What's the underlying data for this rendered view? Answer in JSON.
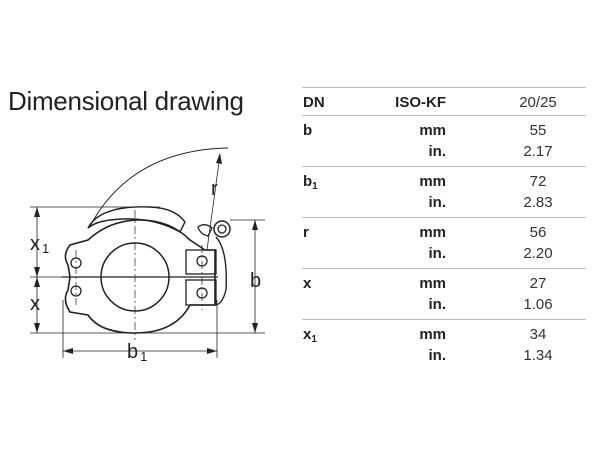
{
  "title": "Dimensional drawing",
  "drawing_labels": {
    "x1": "x",
    "x1_sub": "1",
    "x": "x",
    "b": "b",
    "b1": "b",
    "b1_sub": "1",
    "r": "r"
  },
  "table": {
    "header": {
      "dn": "DN",
      "standard": "ISO-KF",
      "size": "20/25"
    },
    "rows": [
      {
        "name": "b",
        "sub": "",
        "mm_label": "mm",
        "in_label": "in.",
        "mm": "55",
        "in": "2.17"
      },
      {
        "name": "b",
        "sub": "1",
        "mm_label": "mm",
        "in_label": "in.",
        "mm": "72",
        "in": "2.83"
      },
      {
        "name": "r",
        "sub": "",
        "mm_label": "mm",
        "in_label": "in.",
        "mm": "56",
        "in": "2.20"
      },
      {
        "name": "x",
        "sub": "",
        "mm_label": "mm",
        "in_label": "in.",
        "mm": "27",
        "in": "1.06"
      },
      {
        "name": "x",
        "sub": "1",
        "mm_label": "mm",
        "in_label": "in.",
        "mm": "34",
        "in": "1.34"
      }
    ]
  }
}
